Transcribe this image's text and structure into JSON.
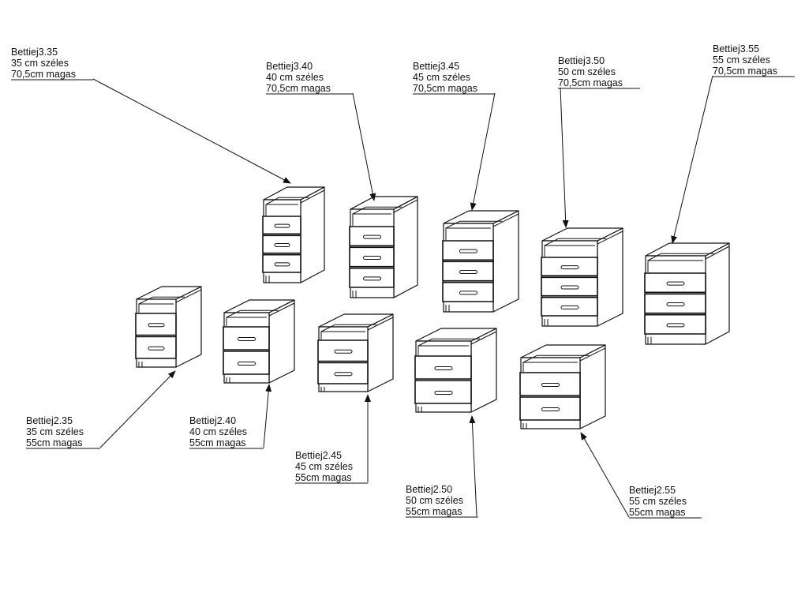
{
  "items": [
    {
      "name": "Bettiej3.35",
      "width_text": "35 cm széles",
      "height_text": "70,5cm magas",
      "drawers": 3
    },
    {
      "name": "Bettiej3.40",
      "width_text": "40 cm széles",
      "height_text": "70,5cm magas",
      "drawers": 3
    },
    {
      "name": "Bettiej3.45",
      "width_text": "45 cm széles",
      "height_text": "70,5cm magas",
      "drawers": 3
    },
    {
      "name": "Bettiej3.50",
      "width_text": "50 cm széles",
      "height_text": "70,5cm magas",
      "drawers": 3
    },
    {
      "name": "Bettiej3.55",
      "width_text": "55 cm széles",
      "height_text": "70,5cm magas",
      "drawers": 3
    },
    {
      "name": "Bettiej2.35",
      "width_text": "35 cm széles",
      "height_text": "55cm magas",
      "drawers": 2
    },
    {
      "name": "Bettiej2.40",
      "width_text": "40 cm széles",
      "height_text": "55cm magas",
      "drawers": 2
    },
    {
      "name": "Bettiej2.45",
      "width_text": "45 cm széles",
      "height_text": "55cm magas",
      "drawers": 2
    },
    {
      "name": "Bettiej2.50",
      "width_text": "50 cm széles",
      "height_text": "55cm magas",
      "drawers": 2
    },
    {
      "name": "Bettiej2.55",
      "width_text": "55 cm széles",
      "height_text": "55cm magas",
      "drawers": 2
    }
  ]
}
